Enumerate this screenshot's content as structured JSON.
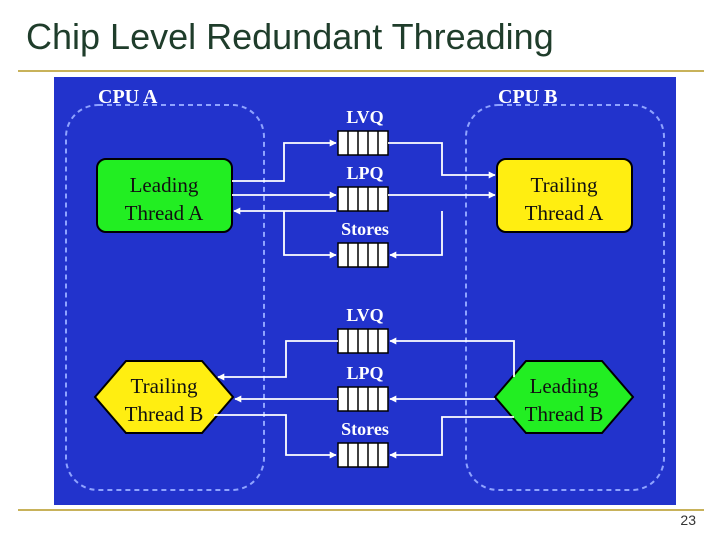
{
  "slide": {
    "title": "Chip Level Redundant Threading",
    "page_number": "23"
  },
  "colors": {
    "rule": "#c8b25a",
    "panel": "#2233cc",
    "cpu_border": "#8fa3ff",
    "green_node": "#22ee22",
    "yellow_node": "#ffee11",
    "queue_fill": "#ffffff",
    "arrow": "#ffffff"
  },
  "diagram": {
    "cpu_a": {
      "label": "CPU A"
    },
    "cpu_b": {
      "label": "CPU B"
    },
    "nodes": {
      "leading_a": {
        "line1": "Leading",
        "line2": "Thread A"
      },
      "trailing_a": {
        "line1": "Trailing",
        "line2": "Thread A"
      },
      "trailing_b": {
        "line1": "Trailing",
        "line2": "Thread B"
      },
      "leading_b": {
        "line1": "Leading",
        "line2": "Thread B"
      }
    },
    "queues_top": {
      "lvq": "LVQ",
      "lpq": "LPQ",
      "stores": "Stores"
    },
    "queues_bottom": {
      "lvq": "LVQ",
      "lpq": "LPQ",
      "stores": "Stores"
    }
  }
}
